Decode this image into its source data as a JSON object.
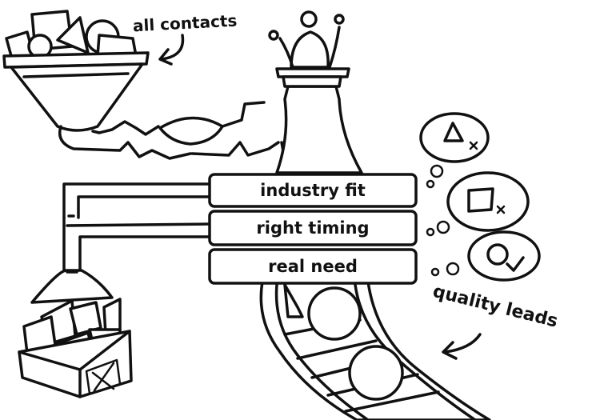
{
  "labels": {
    "all_contacts": "all contacts",
    "quality_leads": "quality leads"
  },
  "filters": [
    {
      "label": "industry fit"
    },
    {
      "label": "right timing"
    },
    {
      "label": "real need"
    }
  ],
  "colors": {
    "ink": "#111111",
    "paper": "#ffffff"
  }
}
